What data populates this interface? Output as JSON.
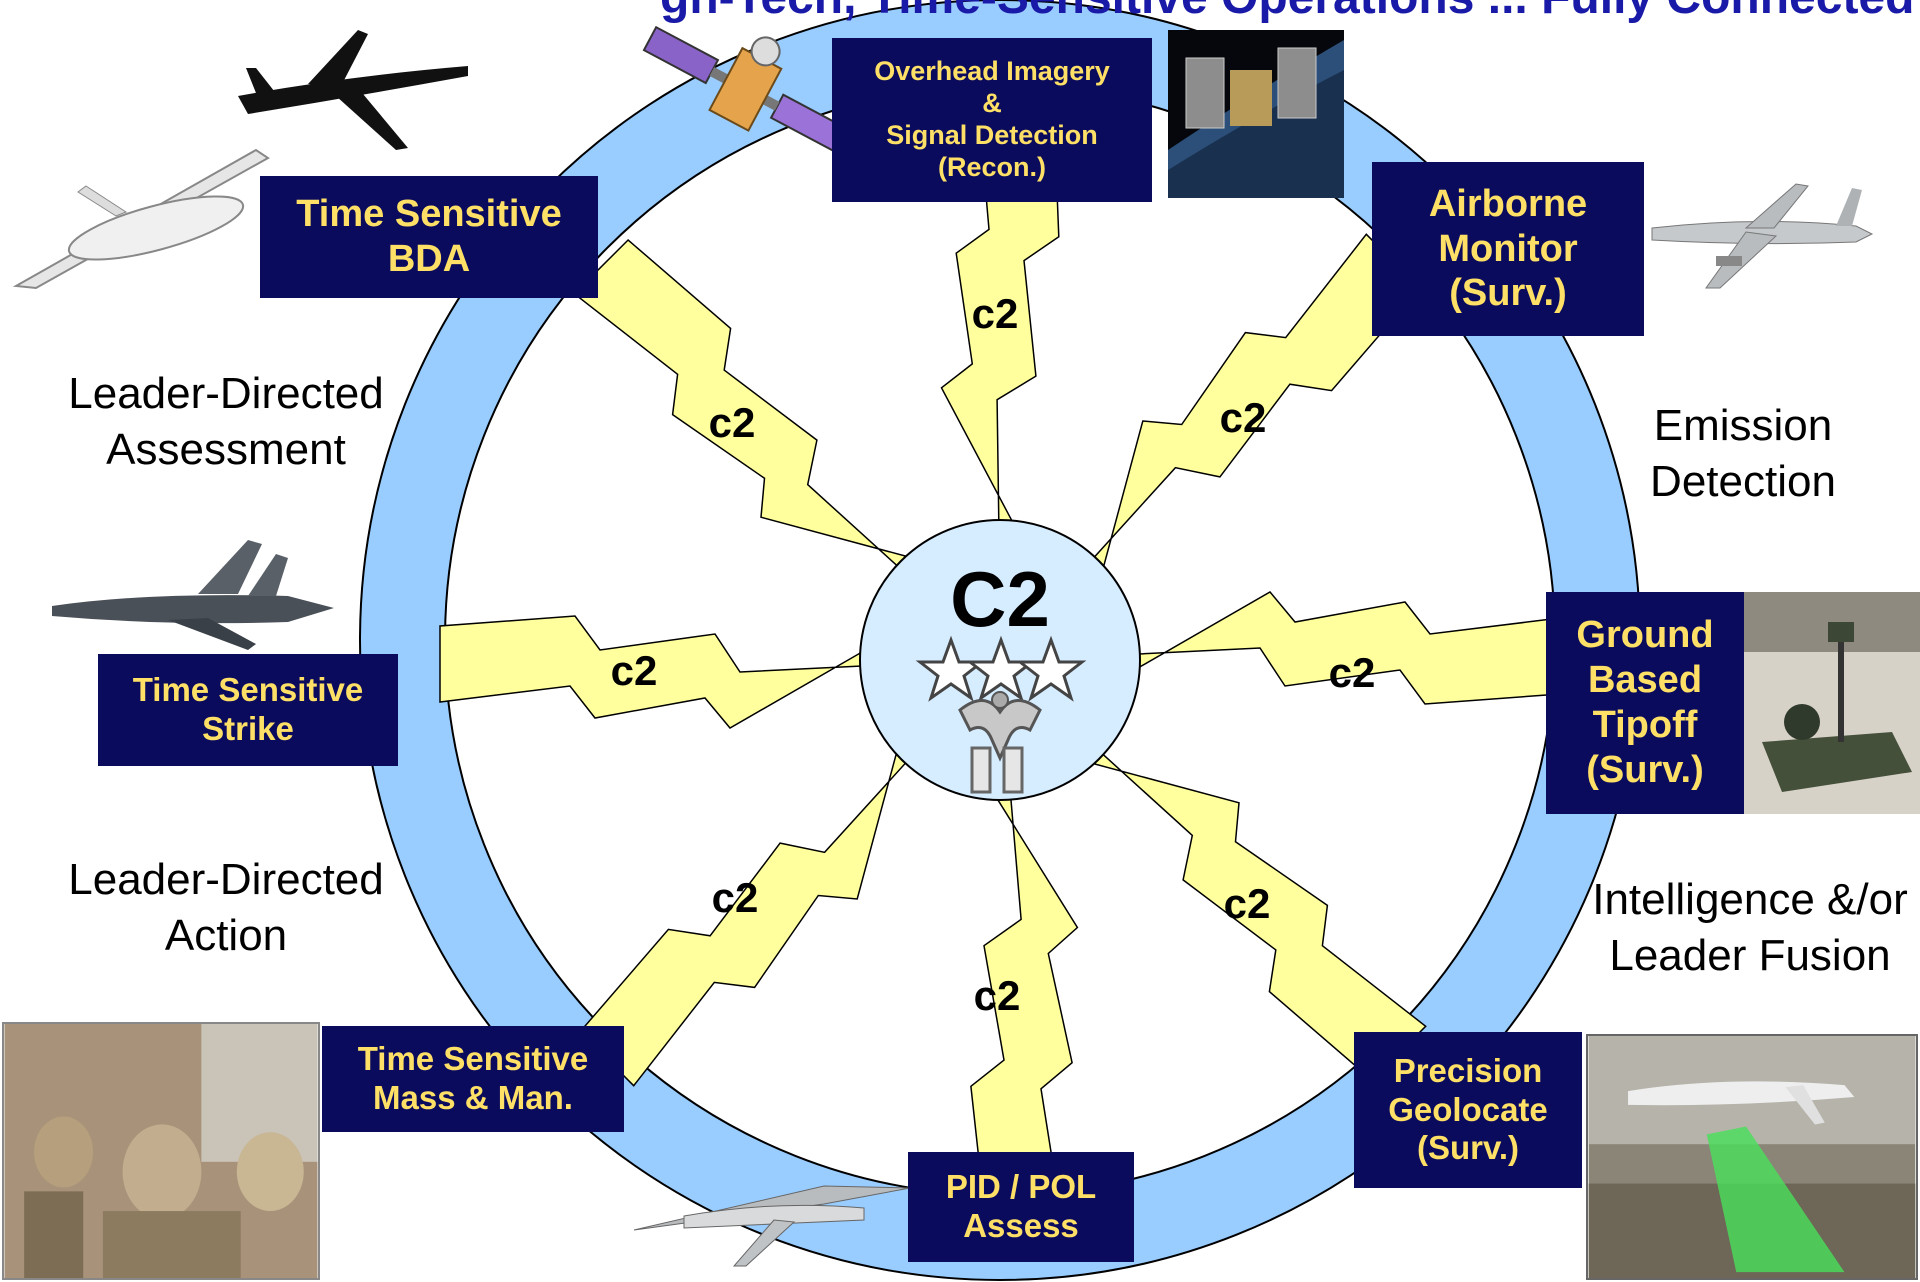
{
  "title_fragment": "gh-Tech, Time-Sensitive Operations ... Fully Connected",
  "center": {
    "label": "C2"
  },
  "link_label": "c2",
  "boxes": {
    "overhead": [
      "Overhead Imagery",
      "&",
      "Signal Detection",
      "(Recon.)"
    ],
    "airborne": [
      "Airborne",
      "Monitor",
      "(Surv.)"
    ],
    "ground": [
      "Ground",
      "Based",
      "Tipoff",
      "(Surv.)"
    ],
    "precision": [
      "Precision",
      "Geolocate",
      "(Surv.)"
    ],
    "pid": [
      "PID / POL",
      "Assess"
    ],
    "mass": [
      "Time Sensitive",
      "Mass & Man."
    ],
    "strike": [
      "Time Sensitive",
      "Strike"
    ],
    "bda": [
      "Time Sensitive",
      "BDA"
    ]
  },
  "side_labels": {
    "emission": [
      "Emission",
      "Detection"
    ],
    "fusion": [
      "Intelligence &/or",
      "Leader Fusion"
    ],
    "action": [
      "Leader-Directed",
      "Action"
    ],
    "assessment": [
      "Leader-Directed",
      "Assessment"
    ]
  },
  "icons": {
    "satellite": "satellite-icon",
    "u2": "u2-aircraft-icon",
    "global_hawk": "global-hawk-uav-icon",
    "f15": "fighter-jet-icon",
    "rc135": "rc135-aircraft-icon",
    "predator": "predator-uav-icon",
    "ground_sensor": "ground-sensor-photo",
    "soldiers": "soldiers-photo",
    "earth_satellite": "earth-satellite-photo",
    "targeting": "uav-targeting-photo"
  },
  "colors": {
    "ring": "#99ccff",
    "box_bg": "#0b0b5e",
    "box_text": "#ffe066",
    "bolt": "#ffff9e",
    "center": "#d6ecff"
  }
}
